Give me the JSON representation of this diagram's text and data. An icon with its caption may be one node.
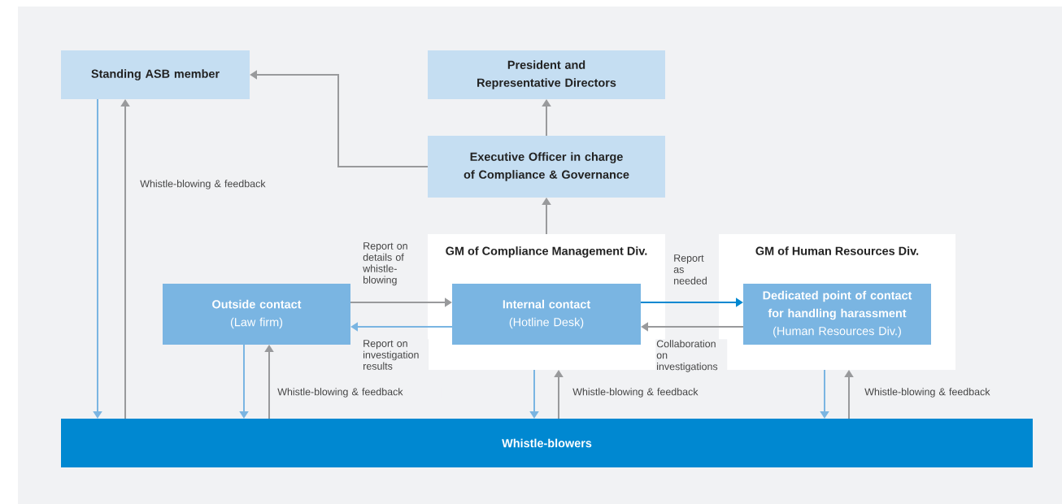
{
  "diagram": {
    "nodes": [
      {
        "text": [
          "Standing ASB member"
        ]
      },
      {
        "text": [
          "President and Representative Directors"
        ]
      },
      {
        "text": [
          "Executive Officer in charge of Compliance & Governance"
        ]
      },
      {
        "text": [
          "GM of Compliance Management Div."
        ]
      },
      {
        "text": [
          "Internal contact",
          "(Hotline Desk)"
        ],
        "in": 3
      },
      {
        "text": [
          "GM of Human Resources Div."
        ]
      },
      {
        "text": [
          "Dedicated point of contact for handling harassment",
          "(Human Resources Div.)"
        ],
        "in": 5
      },
      {
        "text": [
          "Outside contact",
          "(Law firm)"
        ]
      },
      {
        "text": [
          "Whistle-blowers"
        ]
      }
    ],
    "edges": [
      {
        "from": 2,
        "to": 0,
        "arrow": "to"
      },
      {
        "from": 2,
        "to": 1,
        "arrow": "to"
      },
      {
        "from": 3,
        "to": 2,
        "arrow": "to"
      },
      {
        "from": 7,
        "to": 4,
        "arrow": "to",
        "label": "Report on details of whistle-blowing"
      },
      {
        "from": 4,
        "to": 7,
        "arrow": "to",
        "label": "Report on investigation results",
        "color": "#7ab5e2"
      },
      {
        "from": 4,
        "to": 6,
        "arrow": "to",
        "label": "Report as needed",
        "color": "#0088d1"
      },
      {
        "from": 6,
        "to": 4,
        "arrow": "to",
        "label": "Collaboration on investigations"
      },
      {
        "from": 0,
        "to": 8,
        "arrow": "to",
        "color": "#7ab5e2"
      },
      {
        "from": 8,
        "to": 0,
        "arrow": "to",
        "label": "Whistle-blowing & feedback"
      },
      {
        "from": 7,
        "to": 8,
        "arrow": "to",
        "color": "#7ab5e2"
      },
      {
        "from": 8,
        "to": 7,
        "arrow": "to",
        "label": "Whistle-blowing & feedback"
      },
      {
        "from": 3,
        "to": 8,
        "arrow": "to",
        "color": "#7ab5e2"
      },
      {
        "from": 8,
        "to": 3,
        "arrow": "to",
        "label": "Whistle-blowing & feedback"
      },
      {
        "from": 5,
        "to": 8,
        "arrow": "to",
        "color": "#7ab5e2"
      },
      {
        "from": 8,
        "to": 5,
        "arrow": "to",
        "label": "Whistle-blowing & feedback"
      }
    ]
  }
}
